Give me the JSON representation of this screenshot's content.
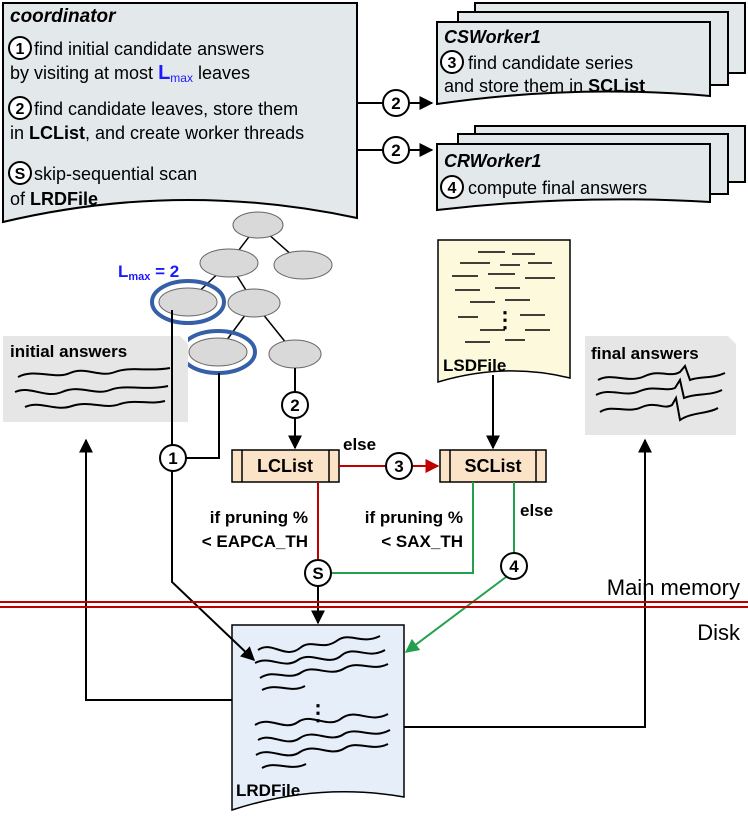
{
  "coordinator": {
    "title": "coordinator",
    "step1": {
      "num": "1",
      "line1": "find initial candidate answers",
      "line2_prefix": "by visiting at most ",
      "lmax_L": "L",
      "lmax_sub": "max",
      "line2_suffix": " leaves"
    },
    "step2": {
      "num": "2",
      "line1": "find candidate leaves, store them",
      "line2_prefix": "in ",
      "line2_bold": "LCList",
      "line2_suffix": ", and create worker threads"
    },
    "stepS": {
      "num": "S",
      "line1": "skip-sequential scan",
      "line2_prefix": "of ",
      "line2_bold": "LRDFile"
    }
  },
  "csworker": {
    "title": "CSWorker1",
    "num": "3",
    "line1": "find candidate series",
    "line2_prefix": "and store them in ",
    "line2_bold": "SCList"
  },
  "crworker": {
    "title": "CRWorker1",
    "num": "4",
    "line1": "compute final answers"
  },
  "arrow_labels": {
    "to_cs": "2",
    "to_cr": "2"
  },
  "lmax_label": {
    "L": "L",
    "sub": "max",
    "rest": " = 2"
  },
  "initial_answers": "initial answers",
  "final_answers": "final answers",
  "lsd_file": {
    "label": "LSDFile",
    "dots": "⋮"
  },
  "lrd_file": {
    "label": "LRDFile",
    "dots": "⋮"
  },
  "lclist": "LCList",
  "sclist": "SCList",
  "flow": {
    "else_red": "else",
    "else_green": "else",
    "circle1": "1",
    "circle2": "2",
    "circle3": "3",
    "circle4": "4",
    "circleS": "S",
    "pruning_red_1": "if pruning %",
    "pruning_red_2": "< EAPCA_TH",
    "pruning_green_1": "if pruning %",
    "pruning_green_2": "< SAX_TH"
  },
  "regions": {
    "main_memory": "Main memory",
    "disk": "Disk"
  },
  "colors": {
    "box_fill": "#e3e9eb",
    "list_fill": "#fbe3c8",
    "file_blue": "#e6eefa",
    "file_yellow": "#fcf9dc",
    "red": "#c00000",
    "green": "#22a04b",
    "blue": "#1a1aff",
    "ellipse": "#3560a8",
    "answers_fill": "#e6e6e6"
  }
}
